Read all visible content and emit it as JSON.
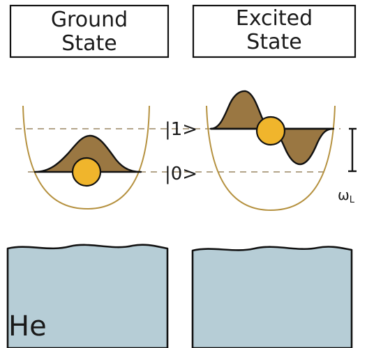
{
  "boxes": {
    "ground": {
      "line1": "Ground",
      "line2": "State"
    },
    "excited": {
      "line1": "Excited",
      "line2": "State"
    }
  },
  "levels": {
    "upper": "|1>",
    "lower": "|0>"
  },
  "frequency_label": "ω",
  "frequency_subscript": "L",
  "helium_label": "He",
  "colors": {
    "potential": "#b5913f",
    "wavepacket": "#9a7742",
    "particle": "#f0b52c",
    "liquid": "#b6cdd6",
    "outline": "#111111",
    "dashed": "#9a8662"
  }
}
